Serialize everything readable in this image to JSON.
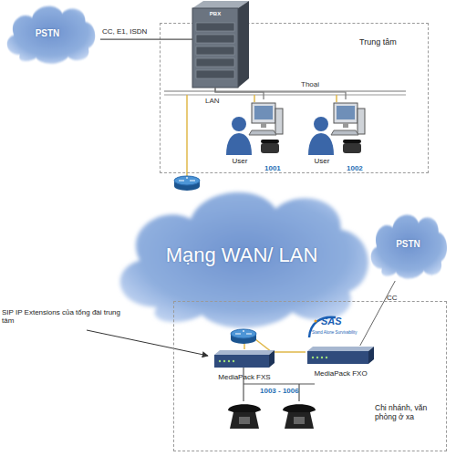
{
  "diagram": {
    "nodes": [
      {
        "text": [
          "PSTN"
        ]
      },
      {
        "text": [
          "Trung tâm"
        ]
      },
      {
        "text": [
          "PBX"
        ],
        "in": 1
      },
      {
        "text": [
          "User"
        ],
        "in": 1
      },
      {
        "text": [
          "User"
        ],
        "in": 1
      },
      {
        "text": [
          "Mạng WAN/ LAN"
        ]
      },
      {
        "text": [
          "PSTN"
        ]
      },
      {
        "text": [
          "Chi nhánh, văn phòng ở xa"
        ]
      },
      {
        "text": [
          "MediaPack FXS"
        ],
        "in": 7
      },
      {
        "text": [
          "MediaPack FXO"
        ],
        "in": 7
      }
    ],
    "edges": [
      {
        "from": 0,
        "to": 2,
        "arrow": "none",
        "label": "CC, E1, ISDN"
      },
      {
        "from": 2,
        "to": 3,
        "arrow": "none"
      },
      {
        "from": 2,
        "to": 4,
        "arrow": "none"
      },
      {
        "from": 1,
        "to": 5,
        "arrow": "none"
      },
      {
        "from": 5,
        "to": 8,
        "arrow": "none"
      },
      {
        "from": 6,
        "to": 9,
        "arrow": "none",
        "label": "CC"
      }
    ],
    "labels": [
      "LAN",
      "Thoại",
      "1001",
      "1002",
      "SIP IP Extensions của tổng đài trung tâm",
      "SAS",
      "Stand Alone Survivability",
      "1003 - 1006"
    ]
  }
}
